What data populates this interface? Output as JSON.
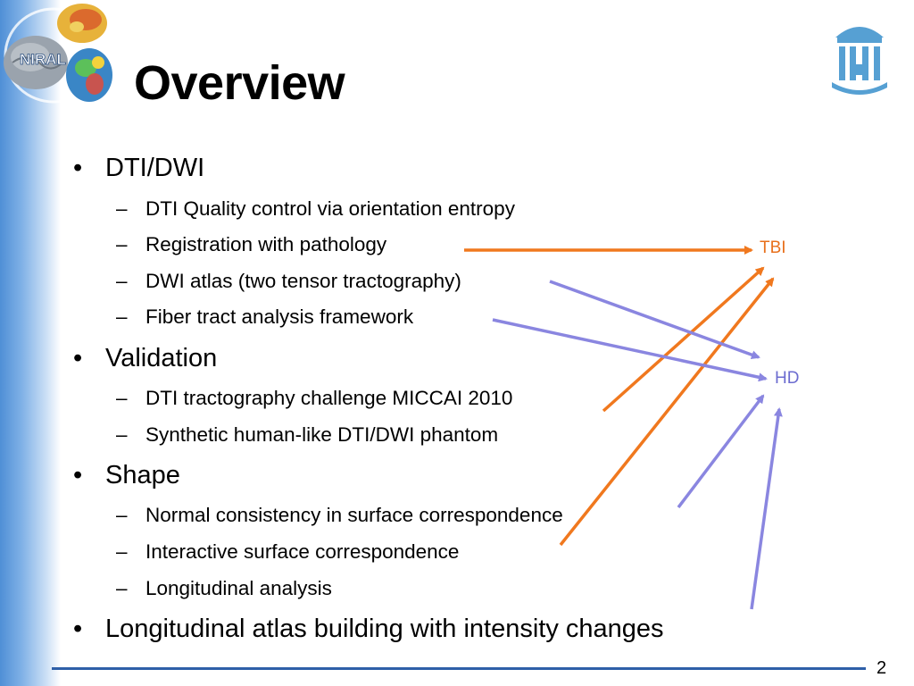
{
  "slide": {
    "title": "Overview",
    "page_number": "2",
    "logos": {
      "left": "NIRAL",
      "right": "university-seal"
    },
    "bullets": [
      {
        "label": "DTI/DWI",
        "subitems": [
          "DTI Quality control via orientation entropy",
          "Registration with pathology",
          "DWI atlas (two tensor tractography)",
          "Fiber tract analysis framework"
        ]
      },
      {
        "label": "Validation",
        "subitems": [
          "DTI tractography challenge MICCAI 2010",
          "Synthetic human-like DTI/DWI phantom"
        ]
      },
      {
        "label": "Shape",
        "subitems": [
          "Normal consistency in surface correspondence",
          "Interactive surface correspondence",
          "Longitudinal analysis"
        ]
      },
      {
        "label": "Longitudinal atlas building with intensity changes",
        "subitems": []
      }
    ],
    "annotations": {
      "tbi": "TBI",
      "hd": "HD"
    },
    "colors": {
      "tbi_arrow": "#f0781e",
      "hd_arrow": "#8a86e0",
      "footer_line": "#2e5fa8",
      "left_bar": "#4f8fd6"
    },
    "bullet_symbol": "•",
    "sub_symbol": "–"
  }
}
